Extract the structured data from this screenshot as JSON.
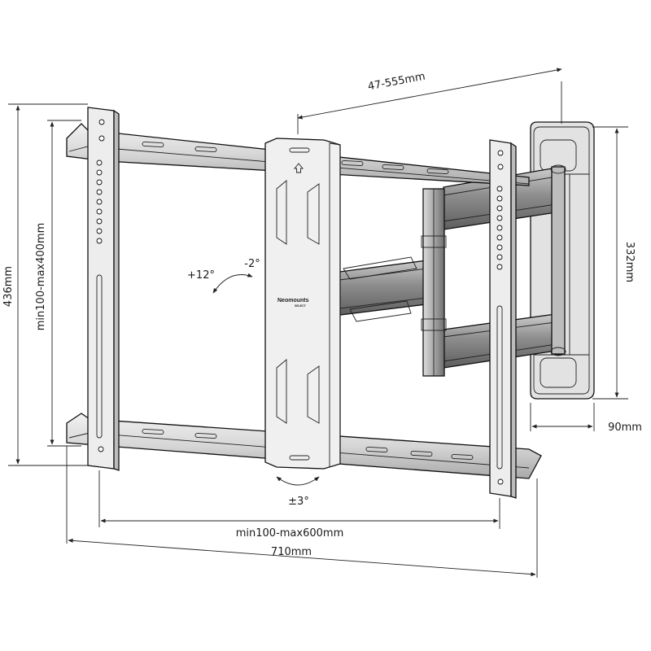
{
  "dimensions": {
    "arm_extension": "47-555mm",
    "wall_plate_height": "332mm",
    "wall_plate_depth": "90mm",
    "vesa_horizontal": "min100-max600mm",
    "overall_width": "710mm",
    "vesa_vertical": "min100-max400mm",
    "overall_height": "436mm"
  },
  "angles": {
    "tilt_up": "+12°",
    "tilt_down": "-2°",
    "rotation": "±3°"
  },
  "logo": {
    "brand": "Neomounts",
    "sub": "SELECT"
  },
  "colors": {
    "metal_light": "#e6e6e6",
    "metal_mid": "#c4c4c4",
    "metal_dark": "#8c8c8c",
    "outline": "#111111"
  }
}
